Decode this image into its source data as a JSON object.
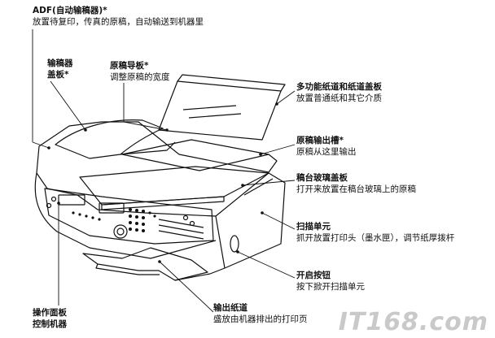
{
  "callouts": [
    {
      "id": "adf",
      "title": "ADF(自动输稿器)*",
      "desc": "放置待复印，传真的原稿，自动输送到机器里"
    },
    {
      "id": "feeder_cover",
      "title": "输稿器",
      "title2": "盖板*"
    },
    {
      "id": "doc_guide",
      "title": "原稿导板*",
      "desc": "调整原稿的宽度"
    },
    {
      "id": "mp_tray",
      "title": "多功能纸道和纸道盖板",
      "desc": "放置普通纸和其它介质"
    },
    {
      "id": "doc_out",
      "title": "原稿输出槽*",
      "desc": "原稿从这里输出"
    },
    {
      "id": "glass_cover",
      "title": "稿台玻璃盖板",
      "desc": "打开来放置在稿台玻璃上的原稿"
    },
    {
      "id": "scan_unit",
      "title": "扫描单元",
      "desc": "抓开放置打印头（墨水匣），调节纸厚拨杆"
    },
    {
      "id": "open_button",
      "title": "开启按钮",
      "desc": "按下掀开扫描单元"
    },
    {
      "id": "output_tray",
      "title": "输出纸道",
      "desc": "盛放由机器排出的打印页"
    },
    {
      "id": "panel",
      "title": "操作面板",
      "title2": "控制机器"
    }
  ],
  "watermark": "IT168.com"
}
